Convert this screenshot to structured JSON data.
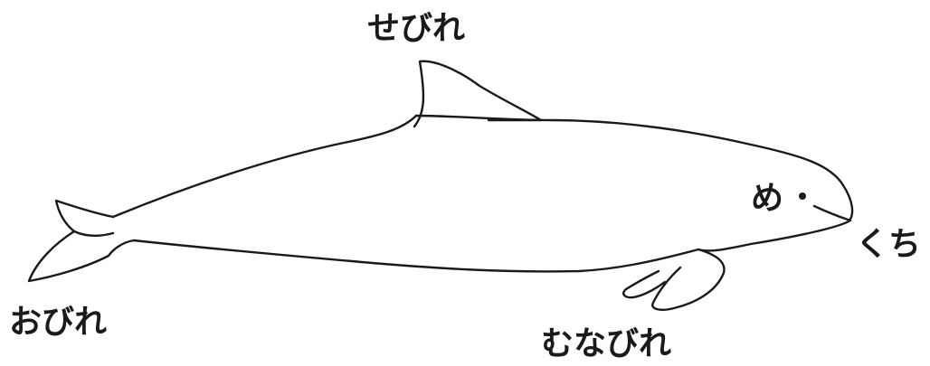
{
  "labels": {
    "dorsal_fin": "せびれ",
    "tail_fin": "おびれ",
    "pectoral_fin": "むなびれ",
    "eye": "め",
    "mouth": "くち"
  },
  "style": {
    "ink_color": "#1a1a1a",
    "background": "#ffffff"
  }
}
